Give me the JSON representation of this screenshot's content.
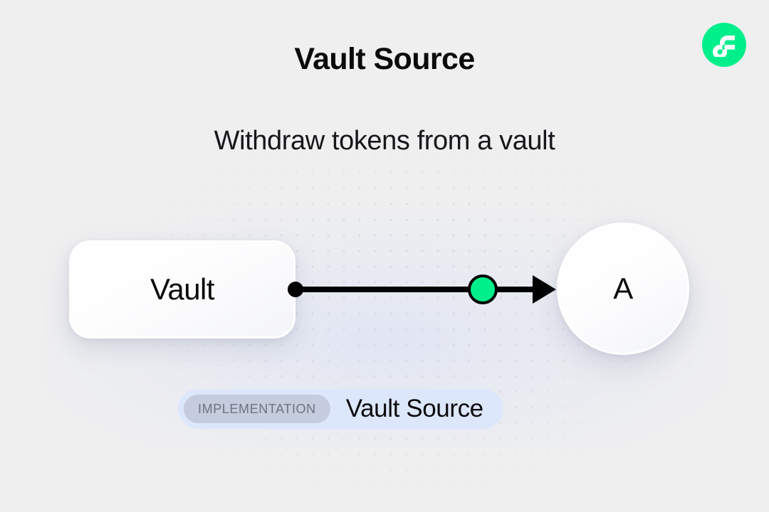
{
  "page": {
    "title": "Vault Source",
    "subtitle": "Withdraw tokens from a vault",
    "background_color": "#efeff0",
    "dot_color": "#d9d9da"
  },
  "logo": {
    "name": "flow-logo",
    "shape": "circle",
    "background_color": "#00ef8b",
    "mark_color": "#ffffff"
  },
  "diagram": {
    "nodes": [
      {
        "id": "vault",
        "label": "Vault",
        "shape": "rounded-rectangle"
      },
      {
        "id": "a",
        "label": "A",
        "shape": "circle"
      }
    ],
    "edge": {
      "from": "vault",
      "to": "a",
      "source_dot_color": "#000000",
      "line_color": "#000000",
      "marker_color": "#00ef8b",
      "marker_border_color": "#000000",
      "arrow_color": "#000000"
    }
  },
  "badge": {
    "chip_label": "IMPLEMENTATION",
    "name": "Vault Source",
    "background_color": "#dde7fb",
    "chip_background_color": "#c4ccdd",
    "chip_text_color": "#6d7280"
  }
}
